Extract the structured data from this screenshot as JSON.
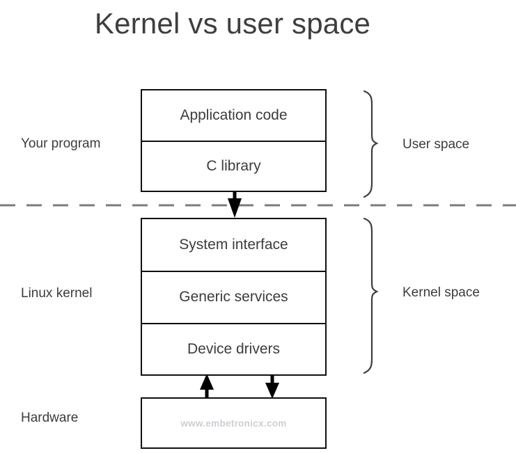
{
  "title": "Kernel vs user space",
  "colors": {
    "box_border": "#0f0f0f",
    "text": "#3c3c3c",
    "title": "#3e3e3e",
    "divider_dashed": "#7b7b7b",
    "brace": "#3c3c3c",
    "watermark": "#cdced3",
    "background": "#ffffff"
  },
  "layers": {
    "user": {
      "side_label": "Your program",
      "brace_label": "User space",
      "boxes": [
        {
          "label": "Application code"
        },
        {
          "label": "C library"
        }
      ]
    },
    "kernel": {
      "side_label": "Linux kernel",
      "brace_label": "Kernel space",
      "boxes": [
        {
          "label": "System interface"
        },
        {
          "label": "Generic services"
        },
        {
          "label": "Device drivers"
        }
      ]
    },
    "hardware": {
      "side_label": "Hardware",
      "boxes": [
        {
          "label": "www.embetronicx.com"
        }
      ]
    }
  },
  "annotations": {
    "dashed_divider": "user-kernel-boundary",
    "arrows": [
      {
        "name": "c-library-to-system-interface",
        "direction": "down"
      },
      {
        "name": "hardware-to-device-drivers",
        "direction": "up"
      },
      {
        "name": "device-drivers-to-hardware",
        "direction": "down"
      }
    ]
  }
}
